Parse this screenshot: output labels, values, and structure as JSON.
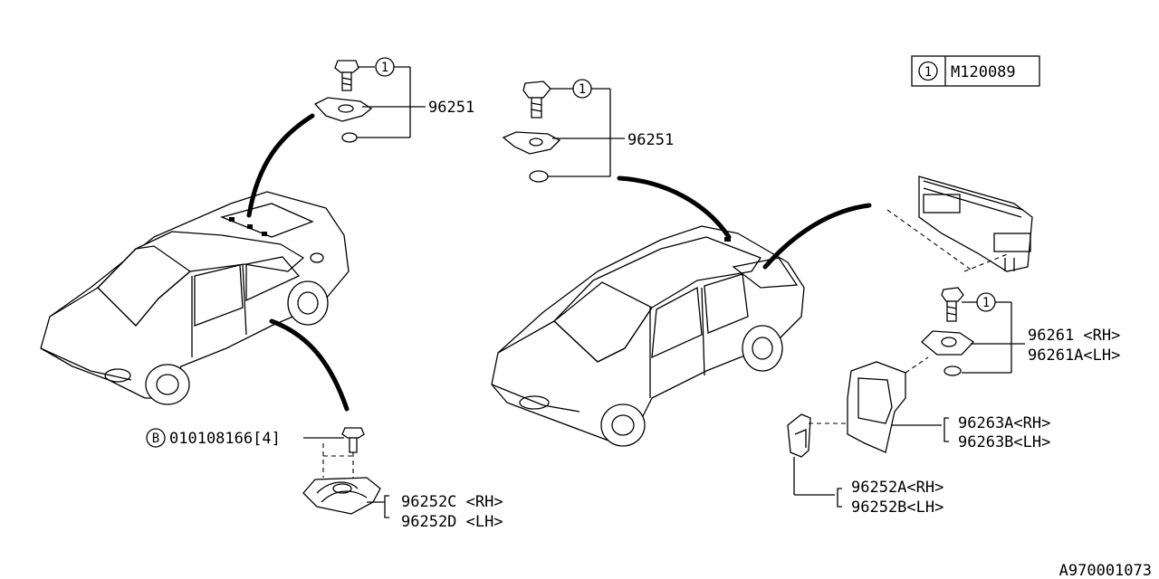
{
  "legend": {
    "key_number": "1",
    "key_code": "M120089"
  },
  "callouts": {
    "sedan_top_key": "1",
    "sedan_top_part": "96251",
    "wagon_top_key": "1",
    "wagon_top_part": "96251",
    "wagon_right_key": "1",
    "bolt_marker": "B",
    "bolt_part": "010108166[4]"
  },
  "parts": {
    "p96261_rh": "96261 <RH>",
    "p96261a_lh": "96261A<LH>",
    "p96263a_rh": "96263A<RH>",
    "p96263b_lh": "96263B<LH>",
    "p96252a_rh": "96252A<RH>",
    "p96252b_lh": "96252B<LH>",
    "p96252c_rh": "96252C <RH>",
    "p96252d_lh": "96252D <LH>"
  },
  "diagram_id": "A970001073"
}
